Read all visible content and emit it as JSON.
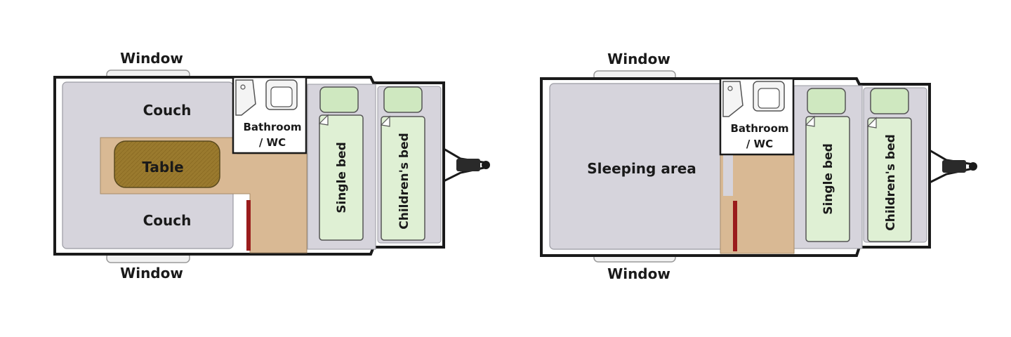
{
  "layouts": [
    {
      "window_top": "Window",
      "window_bottom": "Window",
      "couch_top": "Couch",
      "couch_bottom": "Couch",
      "table": "Table",
      "bathroom_line1": "Bathroom",
      "bathroom_line2": "/ WC",
      "bed_single": "Single bed",
      "bed_children": "Children's bed"
    },
    {
      "window_top": "Window",
      "window_bottom": "Window",
      "sleeping_area": "Sleeping area",
      "bathroom_line1": "Bathroom",
      "bathroom_line2": "/ WC",
      "bed_single": "Single bed",
      "bed_children": "Children's bed"
    }
  ],
  "colors": {
    "wall": "#1a1a1a",
    "floor": "#d6d4dc",
    "aisle": "#d9b994",
    "table": "#9a7a2e",
    "bed": "#dff0d4",
    "pillow": "#cfe8c0",
    "door": "#9a1c1c"
  }
}
